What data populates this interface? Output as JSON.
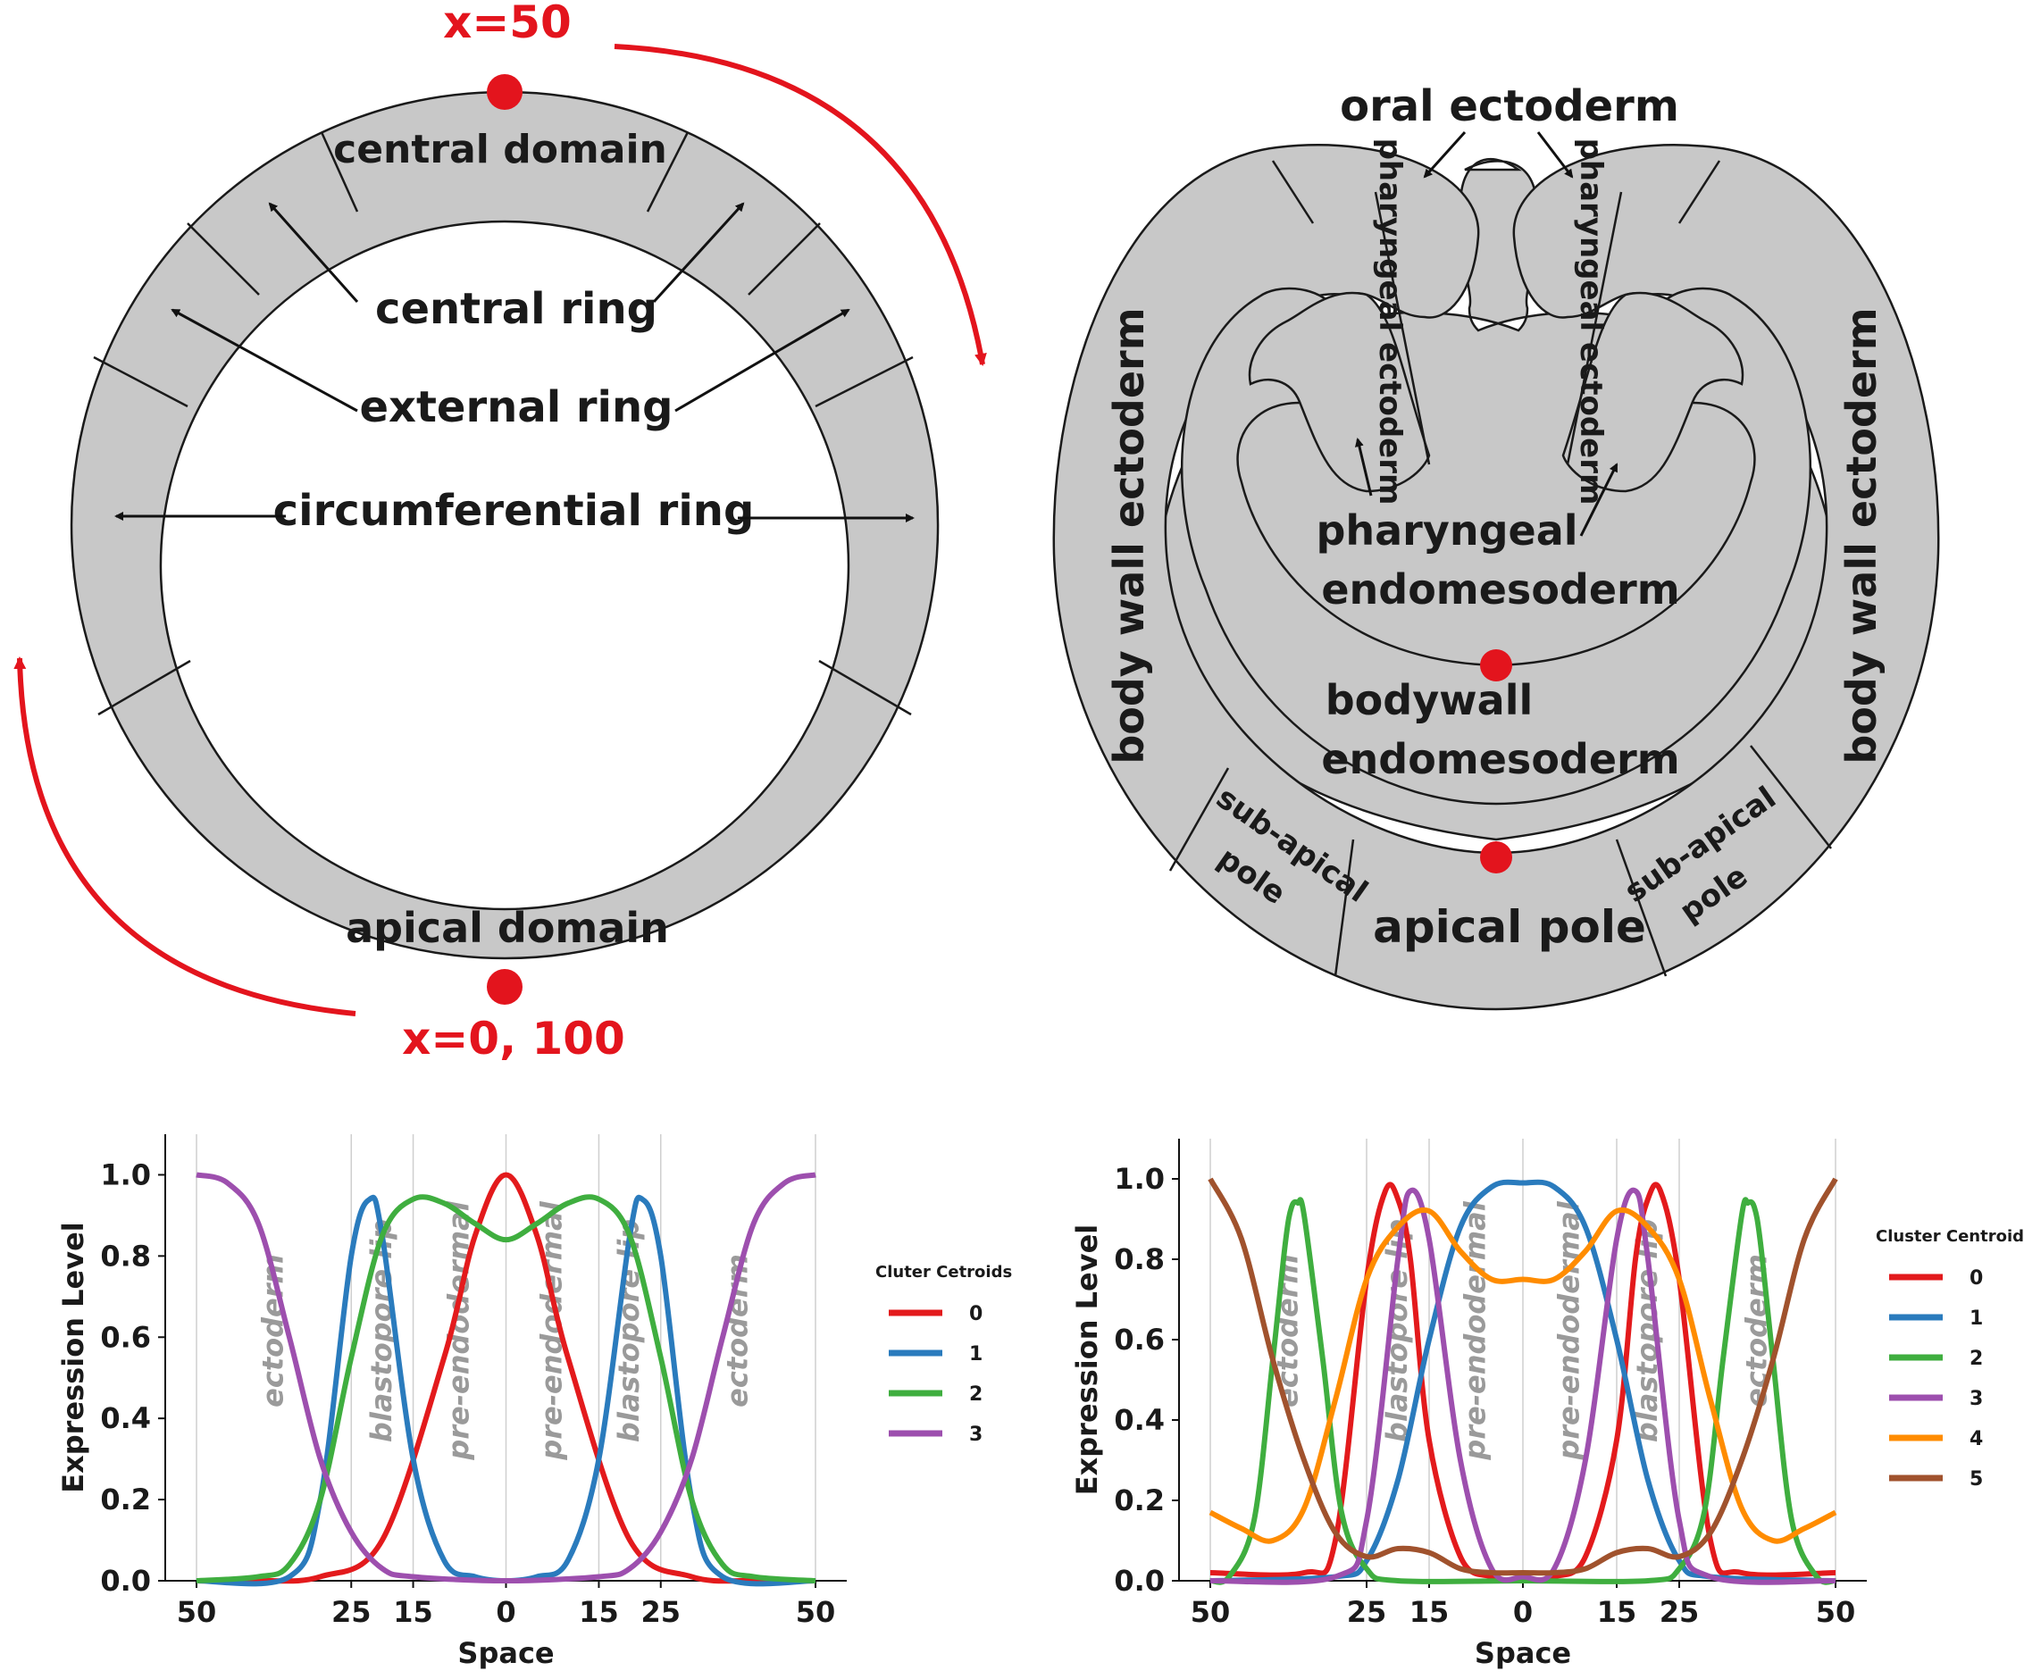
{
  "left_diagram": {
    "labels": {
      "central_domain": "central domain",
      "central_ring": "central ring",
      "external_ring": "external ring",
      "circumferential_ring": "circumferential ring",
      "apical_domain": "apical domain"
    },
    "markers": {
      "top": "x=50",
      "bottom": "x=0, 100"
    },
    "colors": {
      "ring": "#c8c8c8",
      "marker": "#e3141d"
    }
  },
  "right_diagram": {
    "labels": {
      "oral_ectoderm": "oral ectoderm",
      "pharyngeal_ectoderm": "pharyngeal ectoderm",
      "pharyngeal_endomesoderm_1": "pharyngeal",
      "pharyngeal_endomesoderm_2": "endomesoderm",
      "body_wall_ectoderm": "body wall ectoderm",
      "bodywall_endomesoderm_1": "bodywall",
      "bodywall_endomesoderm_2": "endomesoderm",
      "sub_apical_pole_1": "sub-apical",
      "sub_apical_pole_2": "pole",
      "apical_pole": "apical pole"
    }
  },
  "chart_data": [
    {
      "type": "line",
      "xlabel": "Space",
      "ylabel": "Expression Level",
      "x_ticks": [
        "50",
        "25",
        "15",
        "0",
        "15",
        "25",
        "50"
      ],
      "y_ticks": [
        "0.0",
        "0.2",
        "0.4",
        "0.6",
        "0.8",
        "1.0"
      ],
      "ylim": [
        0,
        1.1
      ],
      "regions": [
        "ectoderm",
        "blastopore lip",
        "pre-endodermal",
        "pre-endodermal",
        "blastopore lip",
        "ectoderm"
      ],
      "legend_title": "Cluter Cetroids",
      "legend_position": "right",
      "series": [
        {
          "name": "0",
          "color": "#e31a1c",
          "x": [
            0,
            10,
            20,
            30,
            40,
            45,
            50,
            55,
            60,
            70,
            80,
            90,
            100
          ],
          "values": [
            0,
            0,
            0.01,
            0.1,
            0.55,
            0.85,
            1.0,
            0.85,
            0.55,
            0.1,
            0.01,
            0,
            0
          ]
        },
        {
          "name": "1",
          "color": "#2a7bbd",
          "x": [
            0,
            15,
            20,
            25,
            28,
            30,
            35,
            40,
            45,
            50,
            55,
            60,
            65,
            70,
            72,
            75,
            80,
            85,
            100
          ],
          "values": [
            0,
            0.01,
            0.2,
            0.8,
            0.94,
            0.85,
            0.3,
            0.05,
            0.01,
            0,
            0.01,
            0.05,
            0.3,
            0.85,
            0.94,
            0.8,
            0.2,
            0.01,
            0
          ]
        },
        {
          "name": "2",
          "color": "#3fae3f",
          "x": [
            0,
            10,
            15,
            20,
            25,
            30,
            35,
            40,
            45,
            50,
            55,
            60,
            65,
            70,
            75,
            80,
            85,
            90,
            100
          ],
          "values": [
            0,
            0.01,
            0.04,
            0.2,
            0.55,
            0.85,
            0.94,
            0.93,
            0.88,
            0.84,
            0.88,
            0.93,
            0.94,
            0.85,
            0.55,
            0.2,
            0.04,
            0.01,
            0
          ]
        },
        {
          "name": "3",
          "color": "#9d4fae",
          "x": [
            0,
            5,
            10,
            15,
            20,
            25,
            30,
            35,
            50,
            65,
            70,
            75,
            80,
            85,
            90,
            95,
            100
          ],
          "values": [
            1.0,
            0.98,
            0.88,
            0.6,
            0.3,
            0.12,
            0.03,
            0.01,
            0,
            0.01,
            0.03,
            0.12,
            0.3,
            0.6,
            0.88,
            0.98,
            1.0
          ]
        }
      ]
    },
    {
      "type": "line",
      "xlabel": "Space",
      "ylabel": "Expression Level",
      "x_ticks": [
        "50",
        "25",
        "15",
        "0",
        "15",
        "25",
        "50"
      ],
      "y_ticks": [
        "0.0",
        "0.2",
        "0.4",
        "0.6",
        "0.8",
        "1.0"
      ],
      "ylim": [
        0,
        1.1
      ],
      "regions": [
        "ectoderm",
        "blastopore lip",
        "pre-endodermal",
        "pre-endodermal",
        "blastopore lip",
        "ectoderm"
      ],
      "legend_title": "Cluster Centroids",
      "legend_position": "right",
      "series": [
        {
          "name": "0",
          "color": "#e31a1c",
          "x": [
            0,
            15,
            20,
            25,
            28,
            30,
            32,
            35,
            40,
            45,
            50,
            55,
            60,
            65,
            68,
            70,
            72,
            75,
            80,
            85,
            100
          ],
          "values": [
            0.02,
            0.02,
            0.1,
            0.75,
            0.97,
            0.95,
            0.8,
            0.35,
            0.06,
            0.01,
            0,
            0.01,
            0.06,
            0.35,
            0.8,
            0.95,
            0.97,
            0.75,
            0.1,
            0.02,
            0.02
          ]
        },
        {
          "name": "1",
          "color": "#2a7bbd",
          "x": [
            0,
            20,
            25,
            30,
            35,
            40,
            45,
            50,
            55,
            60,
            65,
            70,
            75,
            80,
            100
          ],
          "values": [
            0,
            0.01,
            0.05,
            0.25,
            0.6,
            0.88,
            0.98,
            0.99,
            0.98,
            0.88,
            0.6,
            0.25,
            0.05,
            0.01,
            0
          ]
        },
        {
          "name": "2",
          "color": "#3fae3f",
          "x": [
            0,
            3,
            7,
            10,
            12,
            13,
            14,
            15,
            18,
            21,
            25,
            30,
            50,
            70,
            75,
            79,
            82,
            85,
            86,
            87,
            88,
            90,
            93,
            97,
            100
          ],
          "values": [
            0,
            0.01,
            0.15,
            0.55,
            0.84,
            0.93,
            0.94,
            0.91,
            0.55,
            0.17,
            0.03,
            0,
            0,
            0,
            0.03,
            0.17,
            0.55,
            0.91,
            0.94,
            0.93,
            0.84,
            0.55,
            0.15,
            0.01,
            0
          ]
        },
        {
          "name": "3",
          "color": "#9d4fae",
          "x": [
            0,
            20,
            25,
            30,
            32,
            35,
            40,
            45,
            50,
            55,
            60,
            65,
            68,
            70,
            75,
            80,
            100
          ],
          "values": [
            0,
            0.01,
            0.15,
            0.8,
            0.97,
            0.85,
            0.3,
            0.03,
            0.01,
            0.03,
            0.3,
            0.85,
            0.97,
            0.8,
            0.15,
            0.01,
            0
          ]
        },
        {
          "name": "4",
          "color": "#ff8c00",
          "x": [
            0,
            5,
            10,
            15,
            20,
            25,
            30,
            35,
            40,
            45,
            50,
            55,
            60,
            65,
            70,
            75,
            80,
            85,
            90,
            95,
            100
          ],
          "values": [
            0.17,
            0.13,
            0.1,
            0.18,
            0.45,
            0.75,
            0.88,
            0.92,
            0.82,
            0.75,
            0.75,
            0.75,
            0.82,
            0.92,
            0.88,
            0.75,
            0.45,
            0.18,
            0.1,
            0.13,
            0.17
          ]
        },
        {
          "name": "5",
          "color": "#a0522d",
          "x": [
            0,
            5,
            10,
            15,
            20,
            25,
            30,
            35,
            40,
            45,
            50,
            55,
            60,
            65,
            70,
            75,
            80,
            85,
            90,
            95,
            100
          ],
          "values": [
            1.0,
            0.85,
            0.55,
            0.3,
            0.12,
            0.06,
            0.08,
            0.07,
            0.03,
            0.02,
            0.02,
            0.02,
            0.03,
            0.07,
            0.08,
            0.06,
            0.12,
            0.3,
            0.55,
            0.85,
            1.0
          ]
        }
      ]
    }
  ]
}
